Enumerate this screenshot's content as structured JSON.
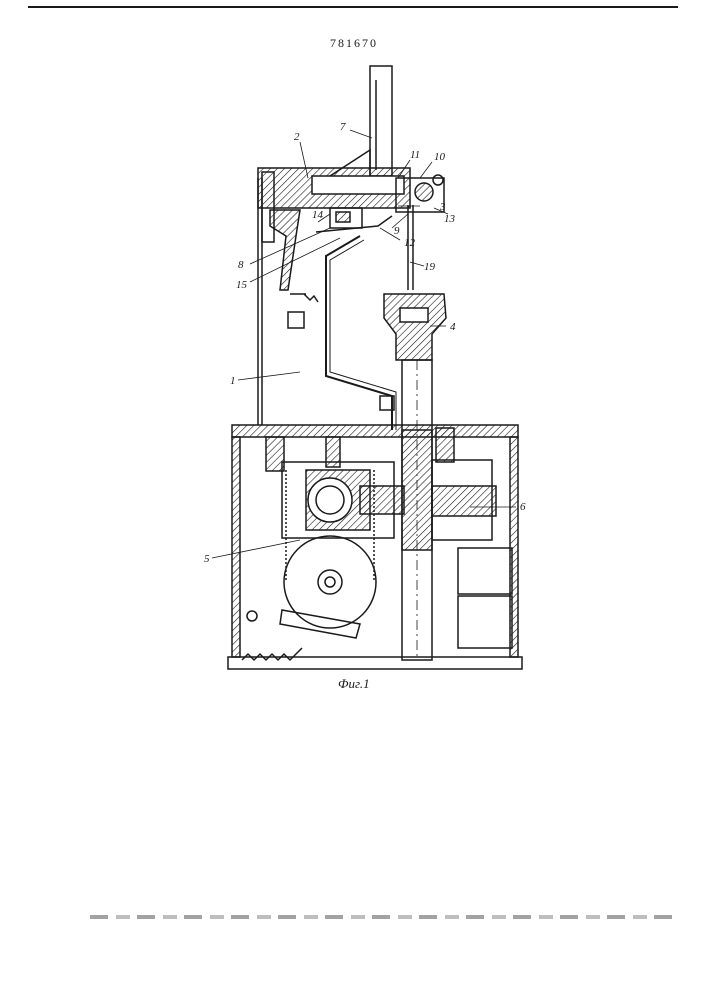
{
  "document": {
    "patent_number": "781670",
    "figure_caption": "Фиг.1"
  },
  "labels": {
    "l1": "1",
    "l2": "2",
    "l3": "3",
    "l4": "4",
    "l5": "5",
    "l6": "6",
    "l7": "7",
    "l8": "8",
    "l9": "9",
    "l10": "10",
    "l11": "11",
    "l12": "12",
    "l13": "13",
    "l14": "14",
    "l15": "15",
    "l19": "19"
  }
}
